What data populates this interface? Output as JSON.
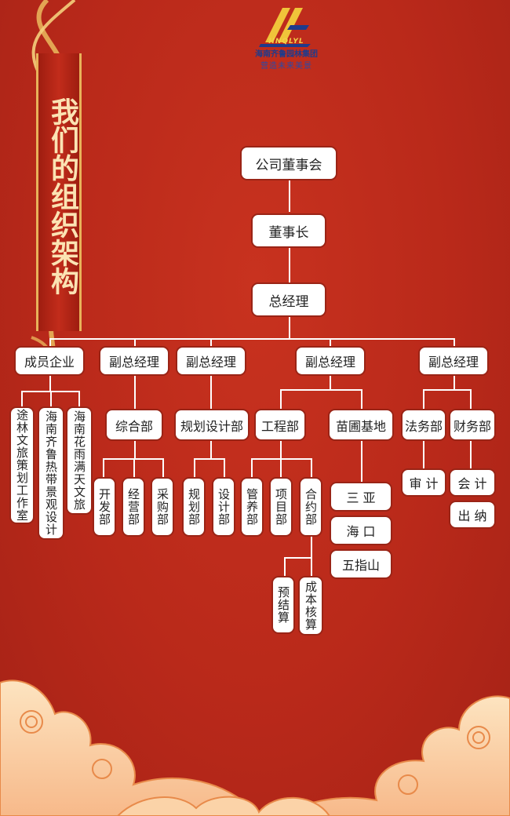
{
  "logo": {
    "mark_text": "HNQLYL",
    "brand": "海南齐鲁园林集团",
    "slogan": "营造未来美景"
  },
  "title": "我们的组织架构",
  "nodes": {
    "board": "公司董事会",
    "chairman": "董事长",
    "gm": "总经理",
    "member_enterprises": "成员企业",
    "vgm1": "副总经理",
    "vgm2": "副总经理",
    "vgm3": "副总经理",
    "vgm4": "副总经理",
    "tulin": "途林文旅策划工作室",
    "qilu_rebdai": "海南齐鲁热带景观设计",
    "huayu": "海南花雨满天文旅",
    "general_dept": "综合部",
    "planning_design_dept": "规划设计部",
    "engineering_dept": "工程部",
    "nursery_base": "苗圃基地",
    "legal_dept": "法务部",
    "finance_dept": "财务部",
    "development_dept": "开发部",
    "operations_dept": "经营部",
    "purchasing_dept": "采购部",
    "planning_dept": "规划部",
    "design_dept": "设计部",
    "maintenance_dept": "管养部",
    "project_dept": "项目部",
    "contract_dept": "合约部",
    "budget_settlement": "预结算",
    "cost_accounting": "成本核算",
    "sanya": "三 亚",
    "haikou": "海 口",
    "wuzhishan": "五指山",
    "audit": "审 计",
    "accounting": "会 计",
    "cashier": "出 纳"
  }
}
